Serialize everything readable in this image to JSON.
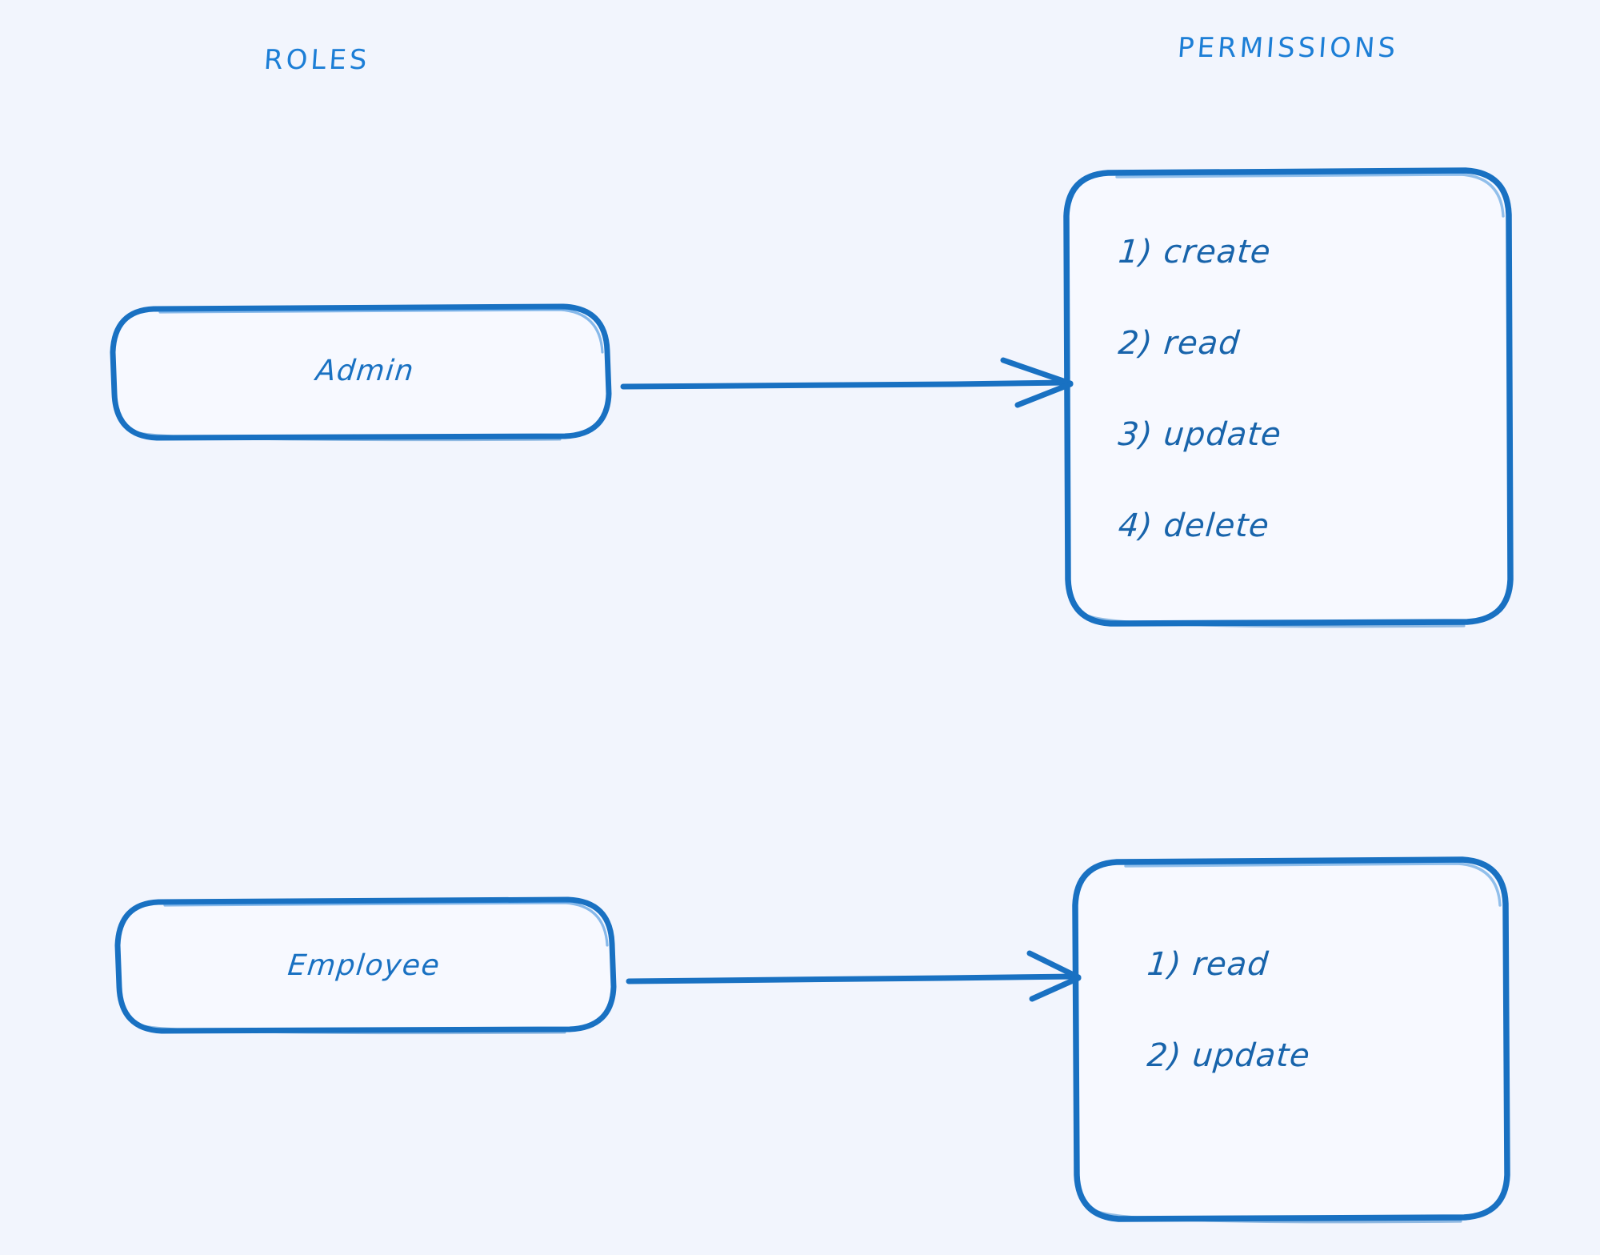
{
  "canvas": {
    "background_color": "#f2f5fd",
    "stroke_color": "#1971c2",
    "text_color": "#1864ab",
    "box_fill": "#f7f9ff"
  },
  "columns": {
    "roles_header": "ROLES",
    "permissions_header": "PERMISSIONS"
  },
  "roles": [
    {
      "id": "admin",
      "label": "Admin"
    },
    {
      "id": "employee",
      "label": "Employee"
    }
  ],
  "permission_groups": [
    {
      "for_role": "admin",
      "items": [
        {
          "number": "1)",
          "name": "create",
          "text": "1) create"
        },
        {
          "number": "2)",
          "name": "read",
          "text": "2) read"
        },
        {
          "number": "3)",
          "name": "update",
          "text": "3) update"
        },
        {
          "number": "4)",
          "name": "delete",
          "text": "4) delete"
        }
      ]
    },
    {
      "for_role": "employee",
      "items": [
        {
          "number": "1)",
          "name": "read",
          "text": "1) read"
        },
        {
          "number": "2)",
          "name": "update",
          "text": "2) update"
        }
      ]
    }
  ],
  "connectors": [
    {
      "from": "admin",
      "to": "admin-permissions",
      "kind": "arrow-right"
    },
    {
      "from": "employee",
      "to": "employee-permissions",
      "kind": "arrow-right"
    }
  ]
}
